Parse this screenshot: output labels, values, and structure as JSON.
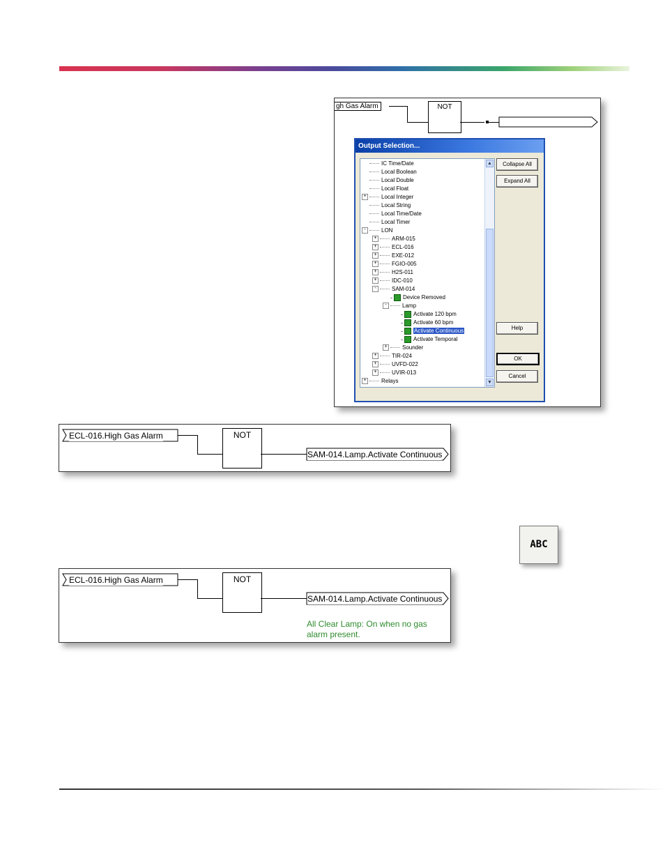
{
  "shot1": {
    "input_label": "gh Gas Alarm",
    "not_label": "NOT",
    "dialog": {
      "title": "Output Selection...",
      "tree": [
        {
          "label": "IC Time/Date",
          "level": 0,
          "expander": ""
        },
        {
          "label": "Local Boolean",
          "level": 0,
          "expander": ""
        },
        {
          "label": "Local Double",
          "level": 0,
          "expander": ""
        },
        {
          "label": "Local Float",
          "level": 0,
          "expander": ""
        },
        {
          "label": "Local Integer",
          "level": 0,
          "expander": "+"
        },
        {
          "label": "Local String",
          "level": 0,
          "expander": ""
        },
        {
          "label": "Local Time/Date",
          "level": 0,
          "expander": ""
        },
        {
          "label": "Local Timer",
          "level": 0,
          "expander": ""
        },
        {
          "label": "LON",
          "level": 0,
          "expander": "-"
        },
        {
          "label": "ARM-015",
          "level": 1,
          "expander": "+"
        },
        {
          "label": "ECL-016",
          "level": 1,
          "expander": "+"
        },
        {
          "label": "EXE-012",
          "level": 1,
          "expander": "+"
        },
        {
          "label": "FGIO-005",
          "level": 1,
          "expander": "+"
        },
        {
          "label": "H2S-011",
          "level": 1,
          "expander": "+"
        },
        {
          "label": "IDC-010",
          "level": 1,
          "expander": "+"
        },
        {
          "label": "SAM-014",
          "level": 1,
          "expander": "-"
        },
        {
          "label": "Device Removed",
          "level": 2,
          "expander": "",
          "icon": "green"
        },
        {
          "label": "Lamp",
          "level": 2,
          "expander": "-"
        },
        {
          "label": "Activate 120 bpm",
          "level": 3,
          "expander": "",
          "icon": "green"
        },
        {
          "label": "Activate 60 bpm",
          "level": 3,
          "expander": "",
          "icon": "green"
        },
        {
          "label": "Activate Continuous",
          "level": 3,
          "expander": "",
          "icon": "green",
          "selected": true
        },
        {
          "label": "Activate Temporal",
          "level": 3,
          "expander": "",
          "icon": "green"
        },
        {
          "label": "Sounder",
          "level": 2,
          "expander": "+"
        },
        {
          "label": "TIR-024",
          "level": 1,
          "expander": "+"
        },
        {
          "label": "UVFD-022",
          "level": 1,
          "expander": "+"
        },
        {
          "label": "UVIR-013",
          "level": 1,
          "expander": "+"
        },
        {
          "label": "Relays",
          "level": 0,
          "expander": "+"
        }
      ],
      "buttons": {
        "collapse_all": "Collapse All",
        "expand_all": "Expand All",
        "help": "Help",
        "ok": "OK",
        "cancel": "Cancel"
      }
    }
  },
  "shot2": {
    "input_label": "ECL-016.High Gas Alarm",
    "not_label": "NOT",
    "output_label": "SAM-014.Lamp.Activate Continuous"
  },
  "shot3": {
    "input_label": "ECL-016.High Gas Alarm",
    "not_label": "NOT",
    "output_label": "SAM-014.Lamp.Activate Continuous",
    "comment_line1": "All Clear Lamp:  On when no gas",
    "comment_line2": "alarm present."
  },
  "abc_button": {
    "label": "ABC",
    "icon": "text-annotation-icon"
  }
}
